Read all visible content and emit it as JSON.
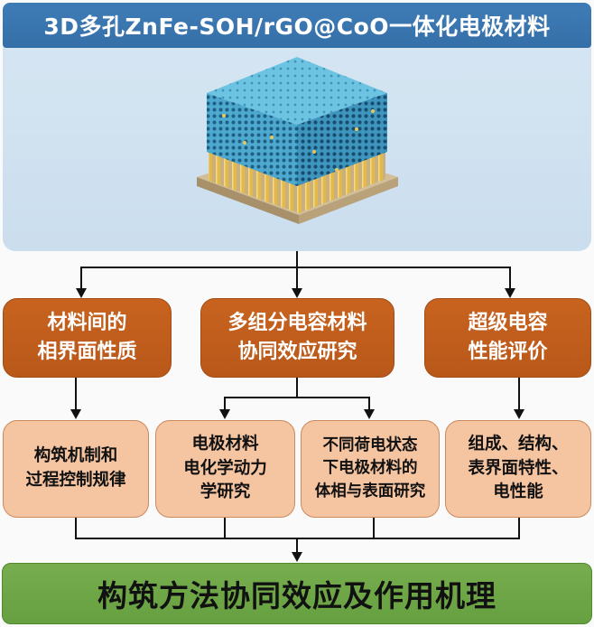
{
  "title": "3D多孔ZnFe-SOH/rGO@CoO一体化电极材料",
  "image": {
    "description": "3D porous electrode material illustration: blue porous cube on yellow nanorod array atop a substrate",
    "colors": {
      "panel": "#cfe0ee",
      "porous_block": "#4aa8cc",
      "nanorods": "#e0b84a",
      "substrate": "#c8b08a"
    }
  },
  "level1": [
    {
      "label": "材料间的\n相界面性质"
    },
    {
      "label": "多组分电容材料\n协同效应研究"
    },
    {
      "label": "超级电容\n性能评价"
    }
  ],
  "level2": [
    {
      "label": "构筑机制和\n过程控制规律"
    },
    {
      "label": "电极材料\n电化学动力\n学研究"
    },
    {
      "label": "不同荷电状态\n下电极材料的\n体相与表面研究"
    },
    {
      "label": "组成、结构、\n表界面特性、\n电性能"
    }
  ],
  "conclusion": "构筑方法协同效应及作用机理",
  "colors": {
    "title_bar": "#3a74ad",
    "level1_box": "#c0601c",
    "level2_box": "#f5c4a1",
    "conclusion_bar": "#6fa84a",
    "connector": "#111111"
  }
}
